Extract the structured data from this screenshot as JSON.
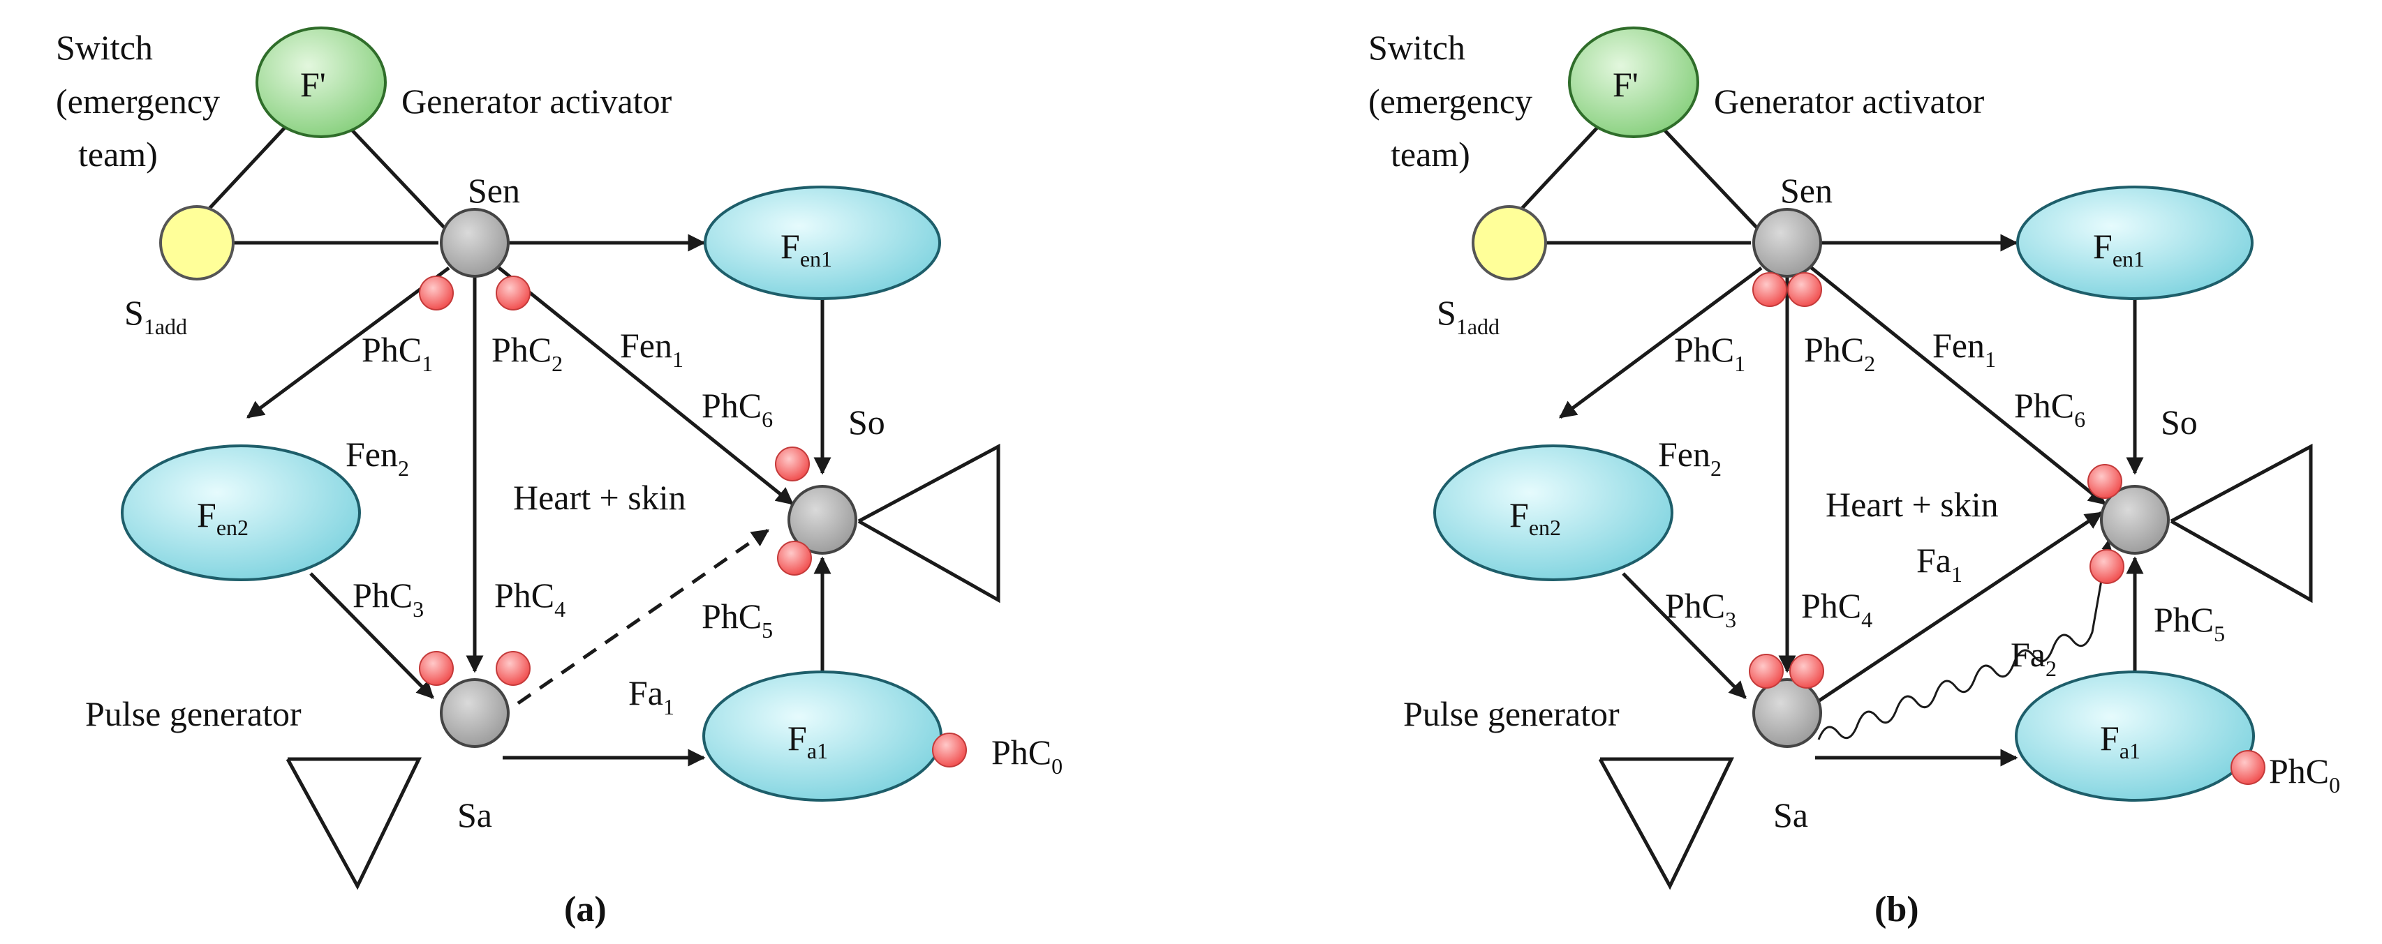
{
  "colors": {
    "ellipse_fill": "#a8e6ee",
    "ellipse_stroke": "#1e5e6a",
    "f_prime_fill": "#a8dfa0",
    "neuron_fill": "#b3b3b3",
    "receptor_fill": "#ff6b6b",
    "sensor_fill": "#ffff99",
    "line": "#1a1a1a"
  },
  "panels": [
    {
      "caption": "(a)",
      "labels": {
        "switch_line1": "Switch",
        "switch_line2": "(emergency",
        "switch_line3": "team)",
        "f_prime": "F'",
        "generator_activator": "Generator activator",
        "sen": "Sen",
        "s1add_main": "S",
        "s1add_sub": "1add",
        "fen1_main": "F",
        "fen1_sub": "en1",
        "fen2_main": "F",
        "fen2_sub": "en2",
        "fa1_node_main": "F",
        "fa1_node_sub": "a1",
        "phc1_main": "PhC",
        "phc1_sub": "1",
        "phc2_main": "PhC",
        "phc2_sub": "2",
        "phc3_main": "PhC",
        "phc3_sub": "3",
        "phc4_main": "PhC",
        "phc4_sub": "4",
        "phc5_main": "PhC",
        "phc5_sub": "5",
        "phc6_main": "PhC",
        "phc6_sub": "6",
        "phc0_main": "PhC",
        "phc0_sub": "0",
        "fen1_edge_main": "Fen",
        "fen1_edge_sub": "1",
        "fen2_edge_main": "Fen",
        "fen2_edge_sub": "2",
        "so": "So",
        "heart_skin": "Heart + skin",
        "pulse_generator": "Pulse generator",
        "sa": "Sa",
        "fa1_edge_main": "Fa",
        "fa1_edge_sub": "1"
      }
    },
    {
      "caption": "(b)",
      "labels": {
        "switch_line1": "Switch",
        "switch_line2": "(emergency",
        "switch_line3": "team)",
        "f_prime": "F'",
        "generator_activator": "Generator activator",
        "sen": "Sen",
        "s1add_main": "S",
        "s1add_sub": "1add",
        "fen1_main": "F",
        "fen1_sub": "en1",
        "fen2_main": "F",
        "fen2_sub": "en2",
        "fa1_node_main": "F",
        "fa1_node_sub": "a1",
        "phc1_main": "PhC",
        "phc1_sub": "1",
        "phc2_main": "PhC",
        "phc2_sub": "2",
        "phc3_main": "PhC",
        "phc3_sub": "3",
        "phc4_main": "PhC",
        "phc4_sub": "4",
        "phc5_main": "PhC",
        "phc5_sub": "5",
        "phc6_main": "PhC",
        "phc6_sub": "6",
        "phc0_main": "PhC",
        "phc0_sub": "0",
        "fen1_edge_main": "Fen",
        "fen1_edge_sub": "1",
        "fen2_edge_main": "Fen",
        "fen2_edge_sub": "2",
        "so": "So",
        "heart_skin": "Heart + skin",
        "pulse_generator": "Pulse generator",
        "sa": "Sa",
        "fa1_edge_main": "Fa",
        "fa1_edge_sub": "1",
        "fa2_edge_main": "Fa",
        "fa2_edge_sub": "2"
      }
    }
  ]
}
